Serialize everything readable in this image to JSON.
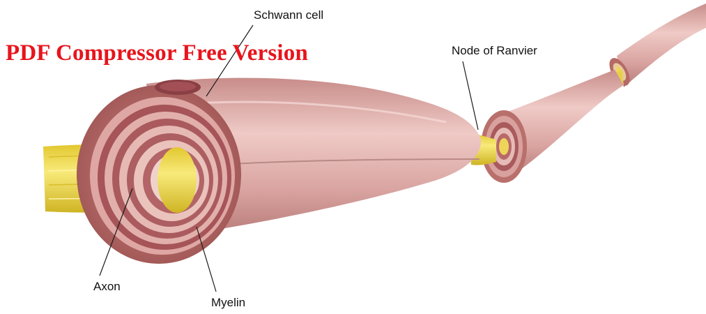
{
  "watermark": {
    "text": "PDF Compressor Free Version",
    "color": "#e8141c"
  },
  "labels": {
    "schwann_cell": "Schwann cell",
    "node_of_ranvier": "Node of Ranvier",
    "axon": "Axon",
    "myelin": "Myelin"
  },
  "colors": {
    "sheath": "#d9a2a0",
    "sheath_dark": "#b0645f",
    "sheath_ring": "#a8525a",
    "sheath_light": "#f1cfcb",
    "axon": "#f0dd52",
    "axon_dark": "#c9b21f",
    "nucleus": "#8a3f45"
  }
}
